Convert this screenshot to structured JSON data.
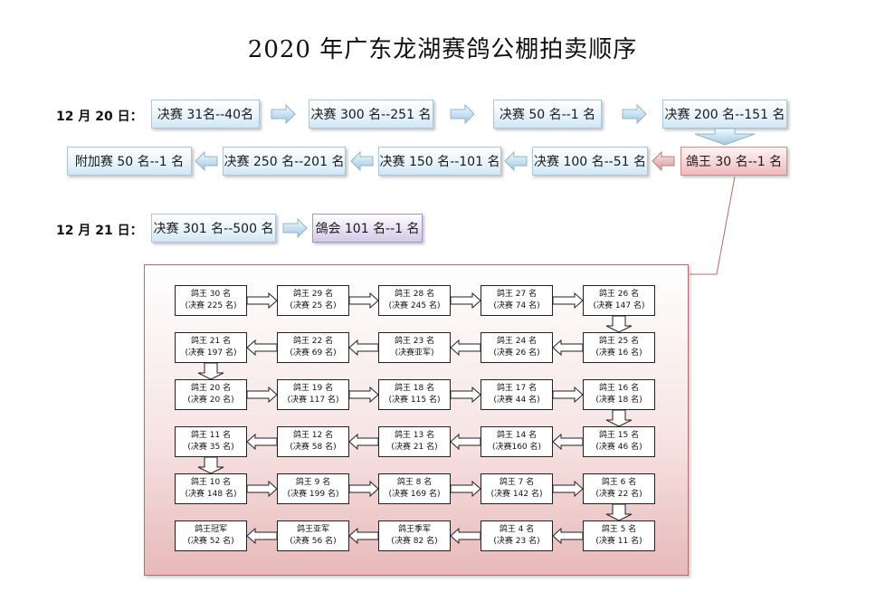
{
  "title": "2020 年广东龙湖赛鸽公棚拍卖顺序",
  "day1": {
    "label": "12 月 20 日：",
    "row1": [
      "决赛 31名--40名",
      "决赛 300 名--251 名",
      "决赛 50 名--1 名",
      "决赛 200 名--151 名"
    ],
    "row2": [
      "附加赛 50 名--1 名",
      "决赛 250 名--201 名",
      "决赛 150 名--101 名",
      "决赛 100 名--51 名",
      "鴿王 30 名--1 名"
    ]
  },
  "day2": {
    "label": "12 月 21 日：",
    "items": [
      "决赛 301 名--500 名",
      "鴿会 101 名--1 名"
    ]
  },
  "bracket": {
    "rows": [
      [
        [
          "鸽王 30 名",
          "(决赛 225 名)"
        ],
        [
          "鸽王 29 名",
          "(决赛 25 名)"
        ],
        [
          "鸽王 28 名",
          "(决赛 245 名)"
        ],
        [
          "鸽王 27 名",
          "(决赛 74 名)"
        ],
        [
          "鸽王 26 名",
          "(决赛 147 名)"
        ]
      ],
      [
        [
          "鸽王 21 名",
          "(决赛 197 名)"
        ],
        [
          "鸽王 22 名",
          "(决赛 69 名)"
        ],
        [
          "鸽王 23 名",
          "(决赛亚军)"
        ],
        [
          "鸽王 24 名",
          "(决赛 26 名)"
        ],
        [
          "鸽王 25 名",
          "(决赛 16 名)"
        ]
      ],
      [
        [
          "鸽王 20 名",
          "(决赛 20 名)"
        ],
        [
          "鸽王 19 名",
          "(决赛 117 名)"
        ],
        [
          "鸽王 18 名",
          "(决赛 115 名)"
        ],
        [
          "鸽王 17 名",
          "(决赛 44 名)"
        ],
        [
          "鸽王 16 名",
          "(决赛 18 名)"
        ]
      ],
      [
        [
          "鸽王 11 名",
          "(决赛 35 名)"
        ],
        [
          "鸽王 12 名",
          "(决赛 58 名)"
        ],
        [
          "鸽王 13 名",
          "(决赛 21 名)"
        ],
        [
          "鸽王 14 名",
          "(决赛160 名)"
        ],
        [
          "鸽王 15 名",
          "(决赛 46 名)"
        ]
      ],
      [
        [
          "鸽王 10 名",
          "(决赛 148 名)"
        ],
        [
          "鸽王 9 名",
          "(决赛 199 名)"
        ],
        [
          "鸽王 8 名",
          "(决赛 169 名)"
        ],
        [
          "鸽王 7 名",
          "(决赛 142 名)"
        ],
        [
          "鸽王 6 名",
          "(决赛 22 名)"
        ]
      ],
      [
        [
          "鸽王冠军",
          "(决赛 52 名)"
        ],
        [
          "鸽王亚军",
          "(决赛 56 名)"
        ],
        [
          "鸽王季军",
          "(决赛 82 名)"
        ],
        [
          "鸽王 4 名",
          "(决赛 23 名)"
        ],
        [
          "鸽王 5 名",
          "(决赛 11 名)"
        ]
      ]
    ]
  }
}
